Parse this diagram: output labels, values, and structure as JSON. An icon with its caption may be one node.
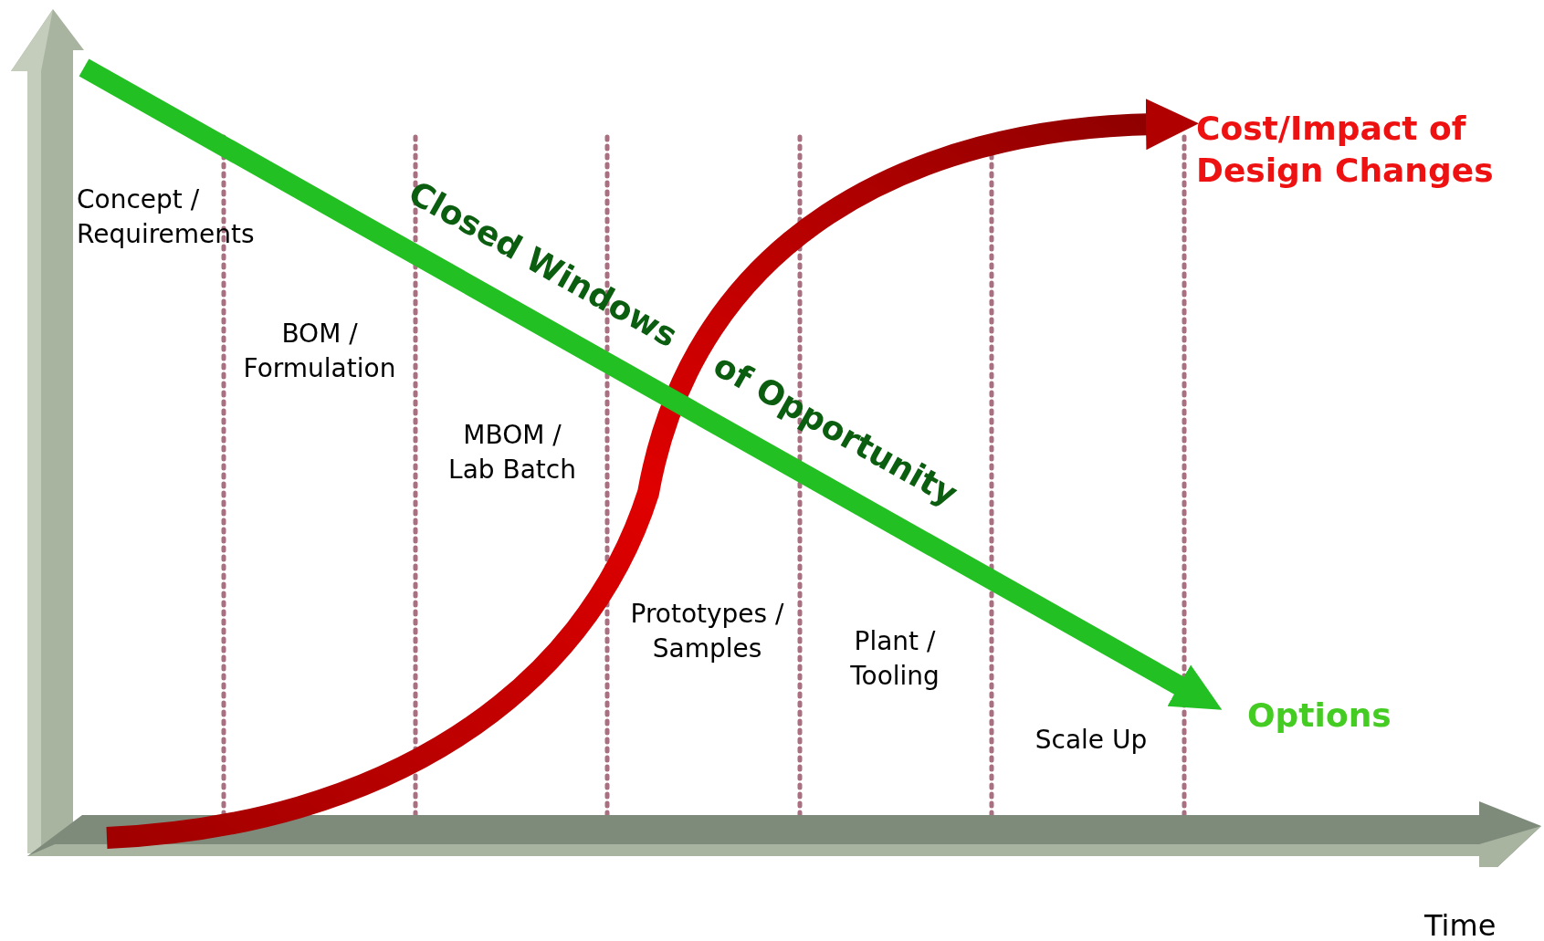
{
  "diagram": {
    "labels": [
      "Concept / Requirements",
      "BOM / Formulation",
      "MBOM / Lab Batch",
      "Closed Windows",
      "of Opportunity",
      "Cost/Impact of Design Changes",
      "Prototypes / Samples",
      "Plant / Tooling",
      "Options",
      "Scale Up",
      "Time"
    ]
  }
}
